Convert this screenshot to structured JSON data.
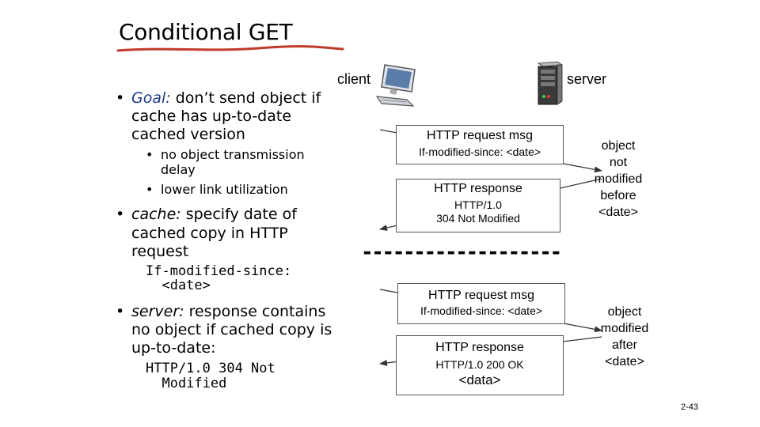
{
  "slide": {
    "title": "Conditional GET",
    "page_number": "2-43"
  },
  "bullets": {
    "goal_label": "Goal:",
    "goal_text_1": " don’t send object if",
    "goal_text_2": "cache has up-to-date",
    "goal_text_3": "cached version",
    "sub1_1": "no object transmission",
    "sub1_2": "delay",
    "sub2": "lower link utilization",
    "cache_label": "cache:",
    "cache_text_1": " specify date of",
    "cache_text_2": "cached copy in HTTP",
    "cache_text_3": "request",
    "cache_code_1": "If-modified-since:",
    "cache_code_2": "  <date>",
    "server_label": "server:",
    "server_text_1": " response contains",
    "server_text_2": "no object if cached copy is",
    "server_text_3": "up-to-date:",
    "server_code_1": "HTTP/1.0 304 Not",
    "server_code_2": "  Modified"
  },
  "diagram": {
    "client_label": "client",
    "server_label": "server",
    "box1": {
      "title": "HTTP request msg",
      "sub": "If-modified-since: <date>"
    },
    "box2": {
      "title": "HTTP response",
      "sub1": "HTTP/1.0",
      "sub2": "304 Not Modified"
    },
    "box3": {
      "title": "HTTP request msg",
      "sub": "If-modified-since: <date>"
    },
    "box4": {
      "title": "HTTP response",
      "sub1": "HTTP/1.0 200 OK",
      "sub2": "<data>"
    },
    "note1": [
      "object",
      "not",
      "modified",
      "before",
      "<date>"
    ],
    "note2": [
      "object",
      "modified",
      "after",
      "<date>"
    ],
    "separator": "-------------------"
  },
  "colors": {
    "underline": "#c0392b",
    "goal": "#1e3a8a"
  }
}
